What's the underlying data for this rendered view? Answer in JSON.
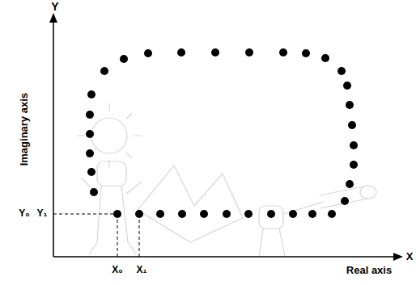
{
  "diagram": {
    "labels": [
      "Y",
      "Imaginary axis",
      "Y₀",
      "Y₁",
      "X₀",
      "X₁",
      "Real axis",
      "X"
    ]
  }
}
